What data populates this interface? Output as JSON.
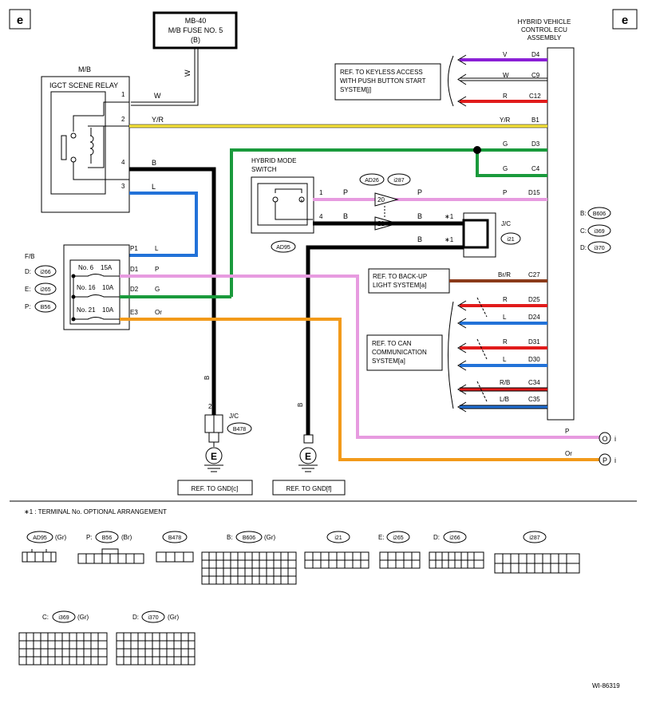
{
  "corner_label": "e",
  "fuse": {
    "line1": "MB-40",
    "line2": "M/B FUSE NO. 5",
    "line3": "(B)"
  },
  "mb_label": "M/B",
  "relay": {
    "title": "IGCT SCENE RELAY",
    "pins": [
      "1",
      "2",
      "4",
      "3"
    ]
  },
  "ecu": {
    "line1": "HYBRID VEHICLE",
    "line2": "CONTROL ECU",
    "line3": "ASSEMBLY",
    "conn_b": "B:",
    "conn_b_id": "B606",
    "conn_c": "C:",
    "conn_c_id": "i369",
    "conn_d": "D:",
    "conn_d_id": "i370"
  },
  "ref_boxes": {
    "keyless": [
      "REF. TO KEYLESS ACCESS",
      "WITH PUSH BUTTON START",
      "SYSTEM[j]"
    ],
    "backup": [
      "REF. TO BACK-UP",
      "LIGHT SYSTEM[a]"
    ],
    "can": [
      "REF. TO CAN",
      "COMMUNICATION",
      "SYSTEM[a]"
    ],
    "gnd_c": "REF. TO GND[c]",
    "gnd_f": "REF. TO GND[f]"
  },
  "ecu_pins": [
    {
      "color": "V",
      "pin": "D4"
    },
    {
      "color": "W",
      "pin": "C9"
    },
    {
      "color": "R",
      "pin": "C12"
    },
    {
      "color": "Y/R",
      "pin": "B1"
    },
    {
      "color": "G",
      "pin": "D3"
    },
    {
      "color": "G",
      "pin": "C4"
    },
    {
      "color": "P",
      "pin": "D15"
    },
    {
      "color": "Br/R",
      "pin": "C27"
    },
    {
      "color": "R",
      "pin": "D25"
    },
    {
      "color": "L",
      "pin": "D24"
    },
    {
      "color": "R",
      "pin": "D31"
    },
    {
      "color": "L",
      "pin": "D30"
    },
    {
      "color": "R/B",
      "pin": "C34"
    },
    {
      "color": "L/B",
      "pin": "C35"
    }
  ],
  "wire_labels": {
    "w_vert": "W",
    "w_pin1": "W",
    "yr": "Y/R",
    "b": "B",
    "l": "L",
    "p": "P",
    "b2": "B",
    "b3": "B",
    "or": "Or",
    "b_vert": "B",
    "b_vert2": "B",
    "p_o": "P",
    "or_p": "Or"
  },
  "hms": {
    "title1": "HYBRID MODE",
    "title2": "SWITCH",
    "pin1": "1",
    "pin4": "4",
    "conn": "AD95",
    "amp1": "AD26",
    "amp2": "i287",
    "n20": "20",
    "n21": "21"
  },
  "jc": {
    "label": "J/C",
    "id": "i21",
    "star1": "∗1",
    "star2": "∗1"
  },
  "jc_gnd": {
    "label": "J/C",
    "id": "B478",
    "pin": "2"
  },
  "fb": {
    "label": "F/B",
    "conns": [
      {
        "k": "D:",
        "id": "i266"
      },
      {
        "k": "E:",
        "id": "i265"
      },
      {
        "k": "P:",
        "id": "B56"
      }
    ],
    "fuses": [
      {
        "name": "No. 6",
        "amp": "15A"
      },
      {
        "name": "No. 16",
        "amp": "10A"
      },
      {
        "name": "No. 21",
        "amp": "10A"
      }
    ],
    "pins": [
      {
        "pin": "P1",
        "color": "L"
      },
      {
        "pin": "D1",
        "color": "P"
      },
      {
        "pin": "D2",
        "color": "G"
      },
      {
        "pin": "E3",
        "color": "Or"
      }
    ]
  },
  "offpage": {
    "o": "O",
    "i": "i",
    "p": "P",
    "i2": "i"
  },
  "ground": "E",
  "footnote": "∗1 : TERMINAL No. OPTIONAL ARRANGEMENT",
  "connectors": {
    "ad95": "AD95",
    "ad95_c": "(Gr)",
    "b56_p": "P:",
    "b56": "B56",
    "b56_c": "(Br)",
    "b478": "B478",
    "b606_p": "B:",
    "b606": "B606",
    "b606_c": "(Gr)",
    "i21": "i21",
    "i265_p": "E:",
    "i265": "i265",
    "i266_p": "D:",
    "i266": "i266",
    "i287": "i287",
    "i369_p": "C:",
    "i369": "i369",
    "i369_c": "(Gr)",
    "i370_p": "D:",
    "i370": "i370",
    "i370_c": "(Gr)"
  },
  "figure_id": "WI-86319",
  "colors": {
    "violet": "#8a1fd6",
    "red": "#e11b1b",
    "yellow": "#f6e23c",
    "green": "#1a9a3c",
    "blue": "#2272d8",
    "pink": "#e79be0",
    "orange": "#f29a1a",
    "brown": "#8b3a1a"
  }
}
